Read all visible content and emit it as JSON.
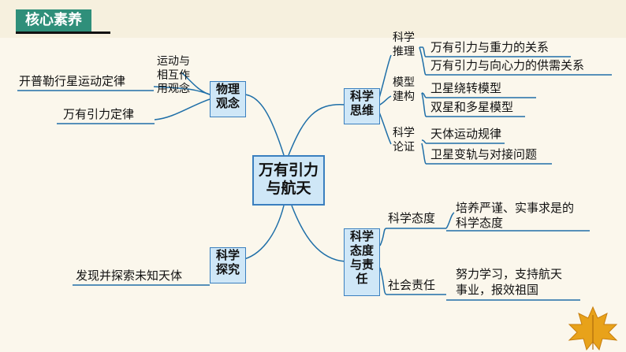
{
  "title": "核心素养",
  "center": {
    "line1": "万有引力",
    "line2": "与航天"
  },
  "physics_concept": {
    "label1": "物理",
    "label2": "观念",
    "sub": {
      "line1": "运动与",
      "line2": "相互作",
      "line3": "用观念"
    },
    "items": [
      "开普勒行星运动定律",
      "万有引力定律"
    ]
  },
  "scientific_inquiry": {
    "label1": "科学",
    "label2": "探究",
    "items": [
      "发现并探索未知天体"
    ]
  },
  "scientific_thinking": {
    "label1": "科学",
    "label2": "思维",
    "groups": [
      {
        "line1": "科学",
        "line2": "推理",
        "items": [
          "万有引力与重力的关系",
          "万有引力与向心力的供需关系"
        ]
      },
      {
        "line1": "模型",
        "line2": "建构",
        "items": [
          "卫星绕转模型",
          "双星和多星模型"
        ]
      },
      {
        "line1": "科学",
        "line2": "论证",
        "items": [
          "天体运动规律",
          "卫星变轨与对接问题"
        ]
      }
    ]
  },
  "attitude": {
    "label1": "科学",
    "label2": "态度",
    "label3": "与责",
    "label4": "任",
    "groups": [
      {
        "name": "科学态度",
        "line1": "培养严谨、实事求是的",
        "line2": "科学态度"
      },
      {
        "name": "社会责任",
        "line1": "努力学习，支持航天",
        "line2": "事业，报效祖国"
      }
    ]
  },
  "colors": {
    "accent": "#2f8f7a",
    "node_fill": "#cfe7f7",
    "node_border": "#3a7fbf",
    "line": "#1f6fa8",
    "leaf": "#e8a21a"
  }
}
